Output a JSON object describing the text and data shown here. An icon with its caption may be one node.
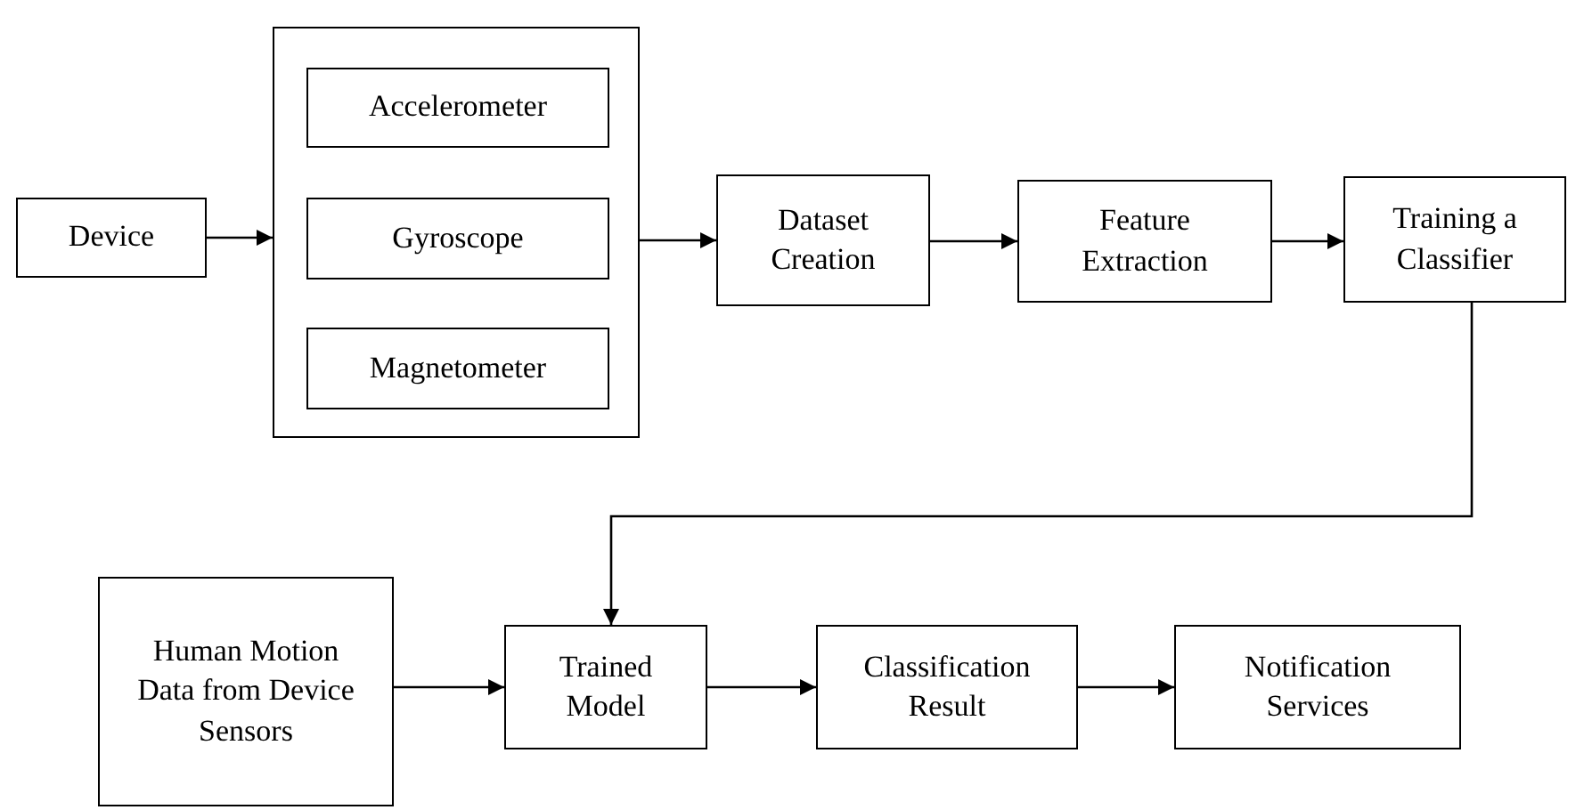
{
  "diagram": {
    "nodes": [
      {
        "text": [
          "Device"
        ]
      },
      {
        "text": [],
        "shape": "box"
      },
      {
        "text": [
          "Accelerometer"
        ],
        "in": 1
      },
      {
        "text": [
          "Gyroscope"
        ],
        "in": 1
      },
      {
        "text": [
          "Magnetometer"
        ],
        "in": 1
      },
      {
        "text": [
          "Dataset Creation"
        ]
      },
      {
        "text": [
          "Feature Extraction"
        ]
      },
      {
        "text": [
          "Training a Classifier"
        ]
      },
      {
        "text": [
          "Human Motion Data from Device Sensors"
        ]
      },
      {
        "text": [
          "Trained Model"
        ]
      },
      {
        "text": [
          "Classification Result"
        ]
      },
      {
        "text": [
          "Notification Services"
        ]
      }
    ],
    "edges": [
      {
        "from": 0,
        "to": 1,
        "arrow": "to"
      },
      {
        "from": 1,
        "to": 5,
        "arrow": "to"
      },
      {
        "from": 5,
        "to": 6,
        "arrow": "to"
      },
      {
        "from": 6,
        "to": 7,
        "arrow": "to"
      },
      {
        "from": 7,
        "to": 9,
        "arrow": "to"
      },
      {
        "from": 8,
        "to": 9,
        "arrow": "to"
      },
      {
        "from": 9,
        "to": 10,
        "arrow": "to"
      },
      {
        "from": 10,
        "to": 11,
        "arrow": "to"
      }
    ]
  }
}
